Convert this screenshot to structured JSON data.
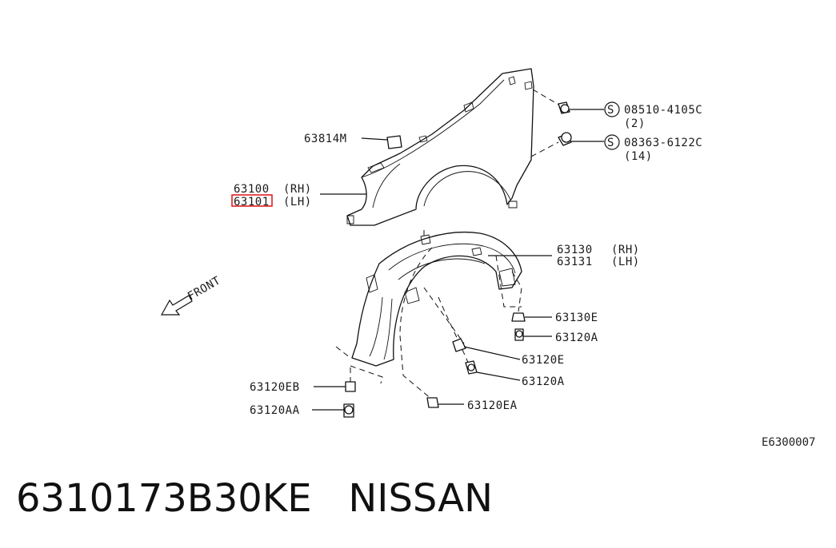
{
  "diagram": {
    "reference_code": "E6300007",
    "front_label": "FRONT",
    "highlight_color": "#e02020",
    "callouts": [
      {
        "id": "fender-rh",
        "part": "63100",
        "side": "(RH)"
      },
      {
        "id": "fender-lh",
        "part": "63101",
        "side": "(LH)",
        "highlighted": true
      },
      {
        "id": "seal",
        "part": "63814M",
        "side": ""
      },
      {
        "id": "bolt-1",
        "part": "08510-4105C",
        "side": "",
        "qty": "(2)",
        "std": "S"
      },
      {
        "id": "bolt-2",
        "part": "08363-6122C",
        "side": "",
        "qty": "(14)",
        "std": "S"
      },
      {
        "id": "protector-rh",
        "part": "63130",
        "side": "(RH)"
      },
      {
        "id": "protector-lh",
        "part": "63131",
        "side": "(LH)"
      },
      {
        "id": "clip-63130e",
        "part": "63130E",
        "side": ""
      },
      {
        "id": "screw-63120a-1",
        "part": "63120A",
        "side": ""
      },
      {
        "id": "clip-63120e",
        "part": "63120E",
        "side": ""
      },
      {
        "id": "screw-63120a-2",
        "part": "63120A",
        "side": ""
      },
      {
        "id": "clip-63120ea",
        "part": "63120EA",
        "side": ""
      },
      {
        "id": "clip-63120eb",
        "part": "63120EB",
        "side": ""
      },
      {
        "id": "screw-63120aa",
        "part": "63120AA",
        "side": ""
      }
    ]
  },
  "footer": {
    "part_number": "6310173B30KE",
    "brand": "NISSAN"
  }
}
